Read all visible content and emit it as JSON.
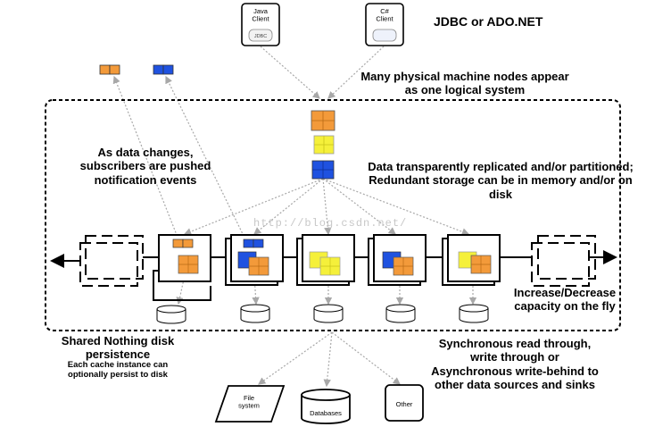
{
  "clients": [
    {
      "name": "Java\nClient",
      "lib": "JDBC"
    },
    {
      "name": "C#\nClient",
      "lib": ""
    }
  ],
  "labels": {
    "jdbc_ado": "JDBC or ADO.NET",
    "logical_system": "Many physical machine nodes appear\nas one logical system",
    "subscribers": "As data changes,\nsubscribers are pushed\nnotification events",
    "replicated": "Data transparently replicated and/or partitioned;\nRedundant storage can be in memory and/or on\ndisk",
    "capacity": "Increase/Decrease\ncapacity on the fly",
    "shared_nothing": "Shared Nothing disk\npersistence",
    "persist_note": "Each cache instance can\noptionally persist to disk",
    "sync": "Synchronous read through,\nwrite through or\nAsynchronous write-behind to\nother data sources and sinks",
    "watermark": "http://blog.csdn.net/"
  },
  "sinks": [
    "File\nsystem",
    "Databases",
    "Other"
  ],
  "colors": {
    "orange": "#f39a3a",
    "yellow": "#f5f03a",
    "blue": "#1f52e0",
    "arrow": "#a8a8a8"
  }
}
